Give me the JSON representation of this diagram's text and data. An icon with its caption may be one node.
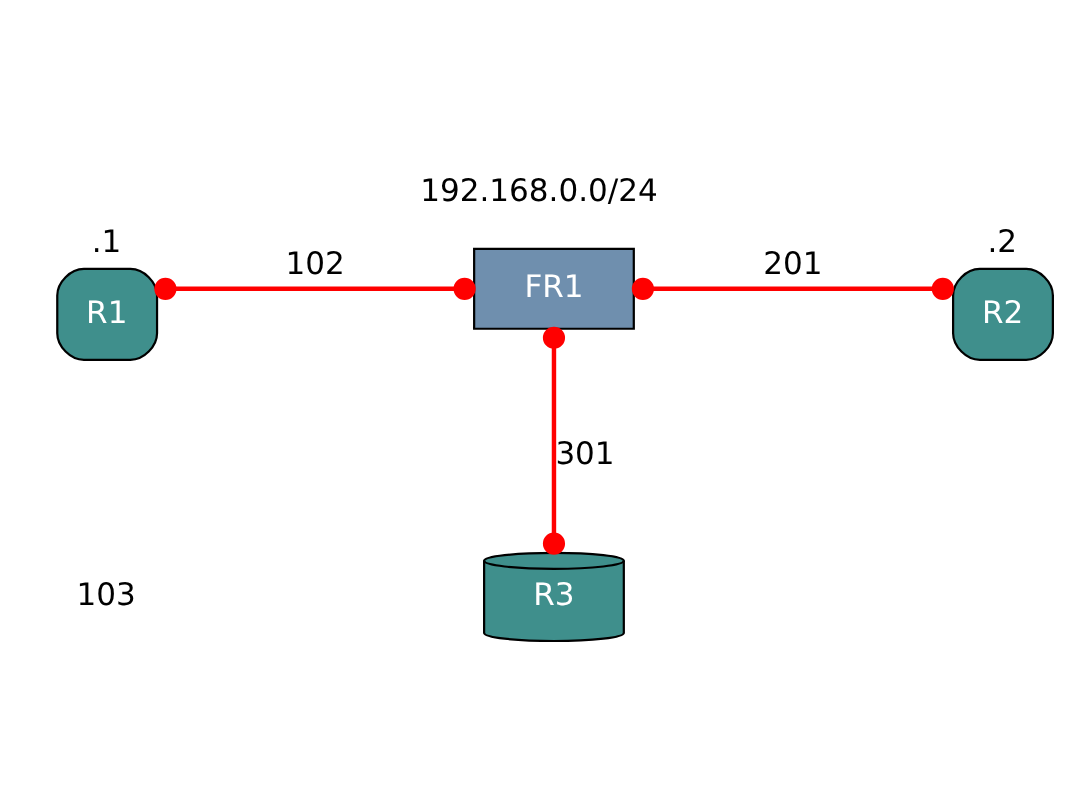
{
  "diagram": {
    "title": "192.168.0.0/24",
    "nodes": [
      {
        "text": [
          "R1"
        ],
        "beside": [
          ".1"
        ]
      },
      {
        "text": [
          "FR1"
        ]
      },
      {
        "text": [
          "R2"
        ],
        "beside": [
          ".2"
        ]
      },
      {
        "text": [
          "R3"
        ]
      }
    ],
    "edges": [
      {
        "from": 0,
        "to": 1,
        "arrow": "other",
        "label": "102"
      },
      {
        "from": 1,
        "to": 2,
        "arrow": "other",
        "label": "201"
      },
      {
        "from": 1,
        "to": 3,
        "arrow": "other",
        "label": "301"
      }
    ],
    "labels": [
      "103"
    ]
  }
}
